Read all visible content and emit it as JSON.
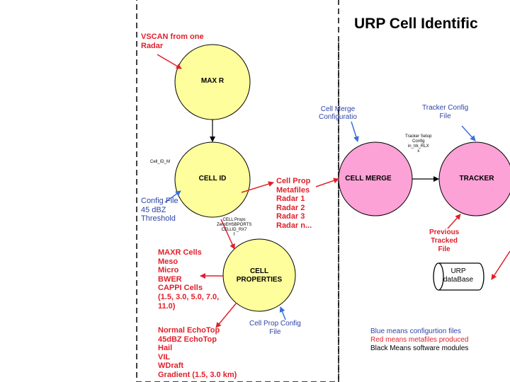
{
  "title": "URP Cell Identific",
  "inputs": {
    "vscan": [
      "VSCAN from one",
      "Radar"
    ],
    "config_file": [
      "Config File",
      "45 dBZ",
      "Threshold"
    ],
    "cell_merge_config": [
      "Cell Merge",
      "Configuratio"
    ],
    "tracker_config": [
      "Tracker Config",
      "File"
    ],
    "cell_prop_config": [
      "Cell Prop Config",
      "File"
    ]
  },
  "nodes": {
    "maxr": "MAX R",
    "cell_id": "CELL ID",
    "cell_properties": [
      "CELL",
      "PROPERTIES"
    ],
    "cell_merge": "CELL MERGE",
    "tracker": "TRACKER",
    "urp_db": [
      "URP",
      "dataBase"
    ]
  },
  "outputs": {
    "cell_prop_metafiles": [
      "Cell Prop",
      "Metafiles",
      "Radar 1",
      "Radar 2",
      "Radar 3",
      "Radar n..."
    ],
    "maxr_cells": [
      "MAXR Cells",
      "Meso",
      "Micro",
      "BWER",
      "CAPPI Cells",
      "(1.5, 3.0, 5.0, 7.0,",
      "11.0)"
    ],
    "echo_top": [
      "Normal EchoTop",
      "45dBZ EchoTop",
      "Hail",
      "VIL",
      "WDraft",
      "Gradient (1.5, 3.0 km)"
    ],
    "previous_tracked": [
      "Previous",
      "Tracked",
      "File"
    ]
  },
  "small_labels": {
    "cell_id_label": "Cell_ID_M",
    "cell_props_label": [
      "CELL Props",
      "ZeroEHSBPORTS",
      "CELLID_RX7",
      "f"
    ],
    "tracker_setup": [
      "Tracker Setup",
      "Config",
      "in_trk_RLX",
      "x"
    ]
  },
  "legend": [
    "Blue means configurtion files",
    "Red means metafiles produced",
    "Black Means software modules"
  ],
  "colors": {
    "yellow_node": "#fefe9c",
    "pink_node": "#fca2d6",
    "red_text": "#e0202a",
    "blue_text": "#2d44a8",
    "arrow_red": "#e0202a",
    "arrow_blue": "#3a6fd8"
  }
}
